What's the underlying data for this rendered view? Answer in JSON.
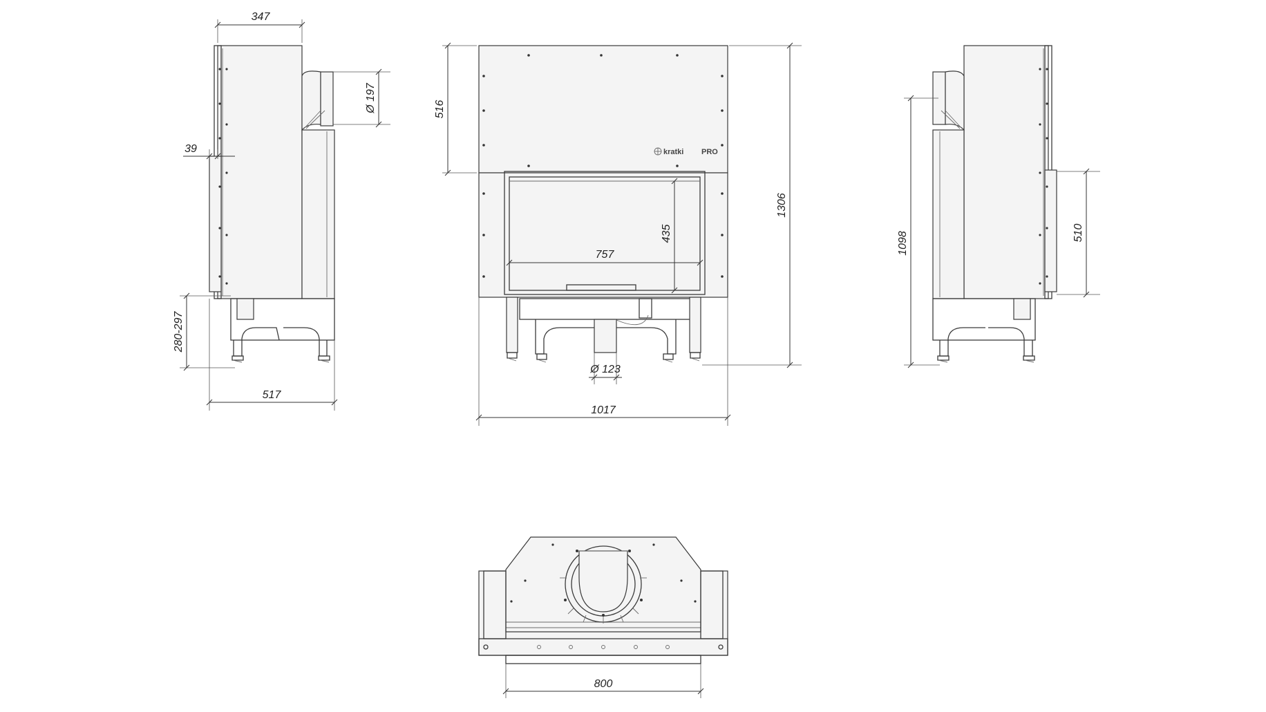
{
  "dimensions": {
    "side_left": {
      "depth_top": "347",
      "flue_diameter": "Ø 197",
      "frame_offset": "39",
      "leg_height": "280-297",
      "depth_base": "517"
    },
    "front": {
      "upper_height": "516",
      "total_height": "1306",
      "glass_height": "435",
      "glass_width": "757",
      "air_inlet_diameter": "Ø 123",
      "total_width": "1017"
    },
    "side_right": {
      "outlet_height": "1098",
      "door_height": "510"
    },
    "top": {
      "width": "800"
    }
  },
  "logo": {
    "brand": "kratki",
    "suffix": "PRO"
  }
}
